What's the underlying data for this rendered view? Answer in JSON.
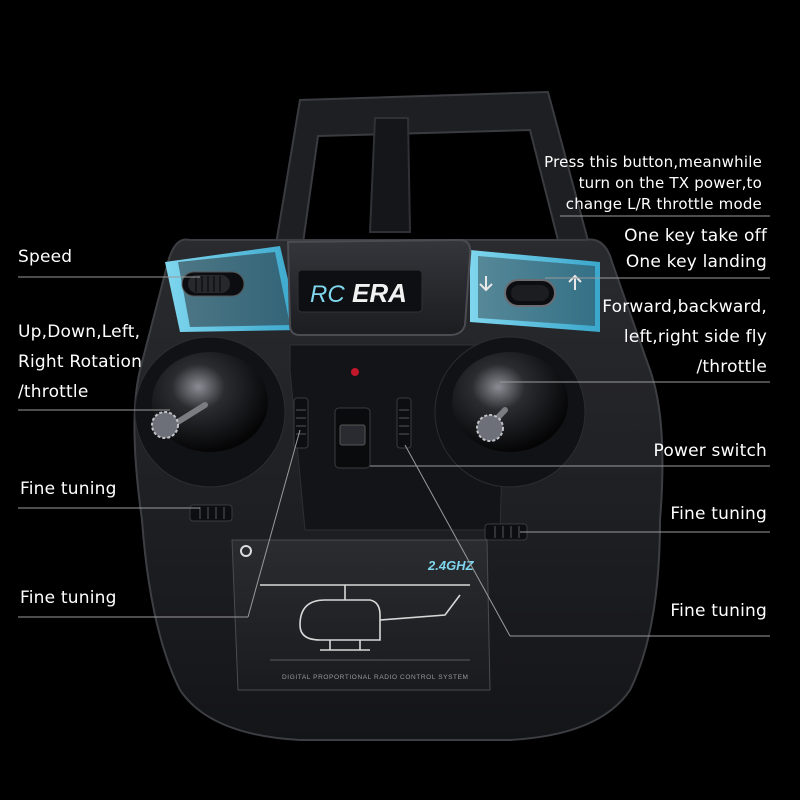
{
  "brand": {
    "logo_left": "RC",
    "logo_right": "ERA",
    "frequency": "2.4GHZ",
    "footer": "DIGITAL PROPORTIONAL RADIO CONTROL SYSTEM"
  },
  "labels": {
    "speed": "Speed",
    "left_stick": [
      "Up,Down,Left,",
      "Right Rotation",
      "/throttle"
    ],
    "fine_tuning_left_1": "Fine tuning",
    "fine_tuning_left_2": "Fine tuning",
    "mode_button": [
      "Press this button,meanwhile",
      "turn on the TX power,to",
      "change L/R throttle mode"
    ],
    "one_key": [
      "One key take off",
      "One key landing"
    ],
    "right_stick": [
      "Forward,backward,",
      "left,right side fly",
      "/throttle"
    ],
    "power_switch": "Power switch",
    "fine_tuning_right_1": "Fine tuning",
    "fine_tuning_right_2": "Fine tuning"
  },
  "colors": {
    "background": "#000000",
    "body": "#1b1c1f",
    "accent": "#5ec8e6",
    "label": "#ffffff",
    "line": "#9a9a9a"
  }
}
